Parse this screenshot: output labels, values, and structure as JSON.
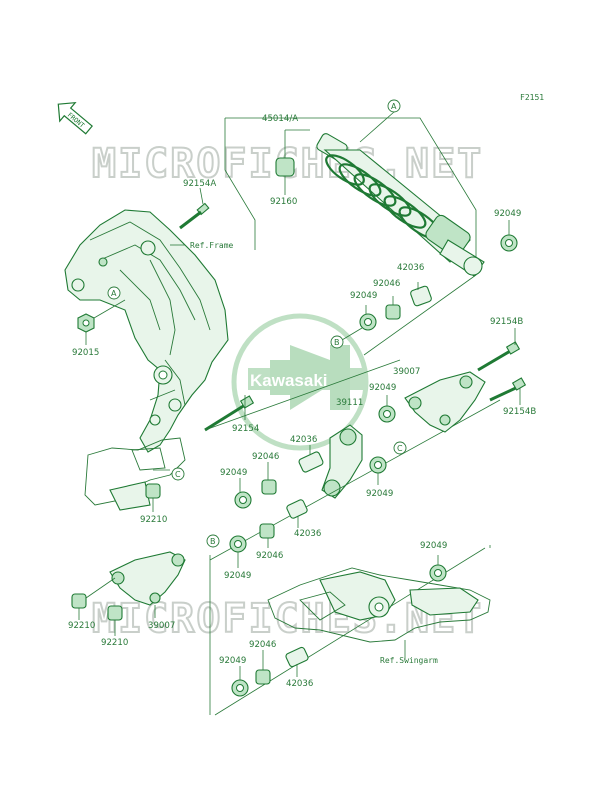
{
  "diagram_code": "F2151",
  "front_label": "FRONT",
  "watermark_text": "MICROFICHES.NET",
  "logo_text": "Kawasaki",
  "ref_labels": {
    "frame": "Ref.Frame",
    "swingarm": "Ref.Swingarm"
  },
  "callout_letters": {
    "a": "A",
    "b": "B",
    "c": "C"
  },
  "parts": [
    {
      "id": "p45014",
      "number": "45014/A"
    },
    {
      "id": "p92160",
      "number": "92160"
    },
    {
      "id": "p92049_a",
      "number": "92049"
    },
    {
      "id": "p92154a",
      "number": "92154A"
    },
    {
      "id": "p42036_a",
      "number": "42036"
    },
    {
      "id": "p92046_a",
      "number": "92046"
    },
    {
      "id": "p92049_b",
      "number": "92049"
    },
    {
      "id": "p92015",
      "number": "92015"
    },
    {
      "id": "p92154b_a",
      "number": "92154B"
    },
    {
      "id": "p39007_a",
      "number": "39007"
    },
    {
      "id": "p92049_c",
      "number": "92049"
    },
    {
      "id": "p39111",
      "number": "39111"
    },
    {
      "id": "p92154b_b",
      "number": "92154B"
    },
    {
      "id": "p92154",
      "number": "92154"
    },
    {
      "id": "p42036_b",
      "number": "42036"
    },
    {
      "id": "p92046_b",
      "number": "92046"
    },
    {
      "id": "p92049_d",
      "number": "92049"
    },
    {
      "id": "p92049_e",
      "number": "92049"
    },
    {
      "id": "p92210_a",
      "number": "92210"
    },
    {
      "id": "p42036_c",
      "number": "42036"
    },
    {
      "id": "p92046_c",
      "number": "92046"
    },
    {
      "id": "p92049_f",
      "number": "92049"
    },
    {
      "id": "p92049_g",
      "number": "92049"
    },
    {
      "id": "p92210_b",
      "number": "92210"
    },
    {
      "id": "p39007_b",
      "number": "39007"
    },
    {
      "id": "p92210_c",
      "number": "92210"
    },
    {
      "id": "p92046_d",
      "number": "92046"
    },
    {
      "id": "p92049_h",
      "number": "92049"
    },
    {
      "id": "p42036_d",
      "number": "42036"
    }
  ]
}
